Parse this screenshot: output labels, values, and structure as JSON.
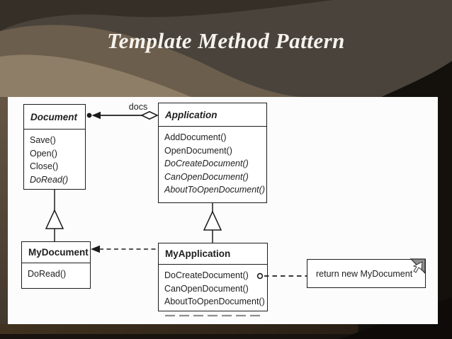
{
  "slide": {
    "title": "Template Method Pattern"
  },
  "diagram": {
    "association_label": "docs",
    "classes": {
      "document": {
        "name": "Document",
        "abstract": true,
        "methods": [
          "Save()",
          "Open()",
          "Close()",
          "DoRead()"
        ]
      },
      "application": {
        "name": "Application",
        "abstract": true,
        "methods": [
          "AddDocument()",
          "OpenDocument()",
          "DoCreateDocument()",
          "CanOpenDocument()",
          "AboutToOpenDocument()"
        ]
      },
      "mydocument": {
        "name": "MyDocument",
        "abstract": false,
        "methods": [
          "DoRead()"
        ]
      },
      "myapplication": {
        "name": "MyApplication",
        "abstract": false,
        "methods": [
          "DoCreateDocument()",
          "CanOpenDocument()",
          "AboutToOpenDocument()"
        ]
      }
    },
    "note": {
      "text": "return new MyDocument"
    },
    "icons": {
      "note_fold": "folded-corner-icon",
      "cursor": "mouse-pointer-icon",
      "aggregation": "open-diamond-icon",
      "inheritance": "hollow-triangle-icon"
    }
  },
  "colors": {
    "background_base": "#49433b",
    "background_dark_band": "#362f27",
    "background_mid_band": "#6c5e4c",
    "background_tan": "#8f7e67",
    "background_black_wave": "#14110d",
    "panel": "#fcfcfc",
    "ink": "#1c1c1c",
    "title_text": "#f6f3ee",
    "note_fold": "#8f8f8f"
  }
}
